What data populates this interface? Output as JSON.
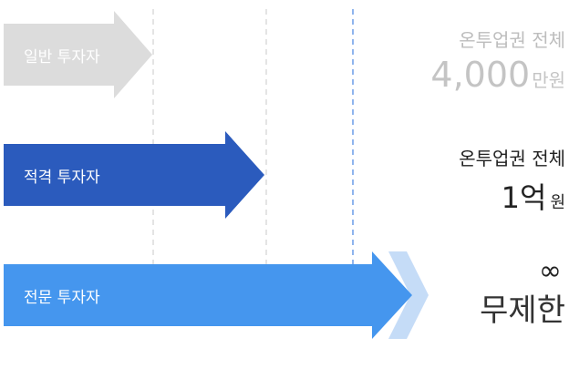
{
  "tiers": [
    {
      "label": "일반 투자자",
      "limit_title": "온투업권 전체",
      "limit_value": "4,000",
      "limit_unit": "만원",
      "color": "#dcdcdc"
    },
    {
      "label": "적격 투자자",
      "limit_title": "온투업권 전체",
      "limit_value": "1억",
      "limit_unit": "원",
      "color": "#2b5bbd"
    },
    {
      "label": "전문 투자자",
      "limit_symbol": "∞",
      "limit_value": "무제한",
      "color": "#4596ee"
    }
  ]
}
